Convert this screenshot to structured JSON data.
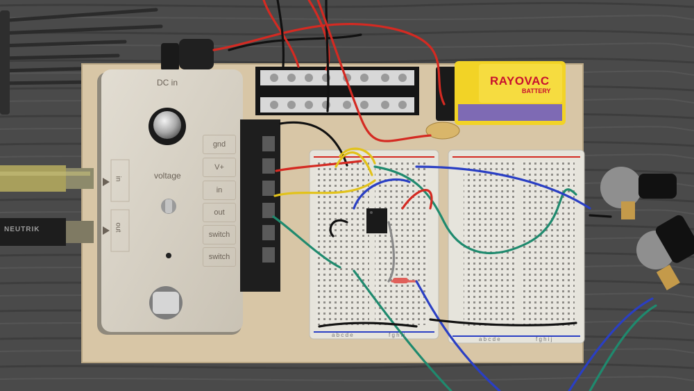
{
  "enclosure": {
    "dc_in_label": "DC in",
    "voltage_label": "voltage",
    "in_jack_label": "in",
    "out_jack_label": "out",
    "terminals": [
      "gnd",
      "V+",
      "in",
      "out",
      "switch",
      "switch"
    ]
  },
  "battery": {
    "brand": "RAYOVAC",
    "type": "BATTERY"
  },
  "cable": {
    "brand": "NEUTRIK"
  },
  "breadboard": {
    "column_letters_left": "a b c d e",
    "column_letters_right": "f g h i j"
  },
  "colors": {
    "wood": "#d7c5a6",
    "table": "#4a4a4a",
    "enclosure": "#d4cfc4",
    "breadboard": "#e6e4dc",
    "battery_yellow": "#f1d423",
    "wire_red": "#d42a22",
    "wire_blue": "#2a3fc4",
    "wire_green": "#1f8a6e",
    "wire_yellow": "#e2c21a",
    "wire_black": "#111111"
  }
}
